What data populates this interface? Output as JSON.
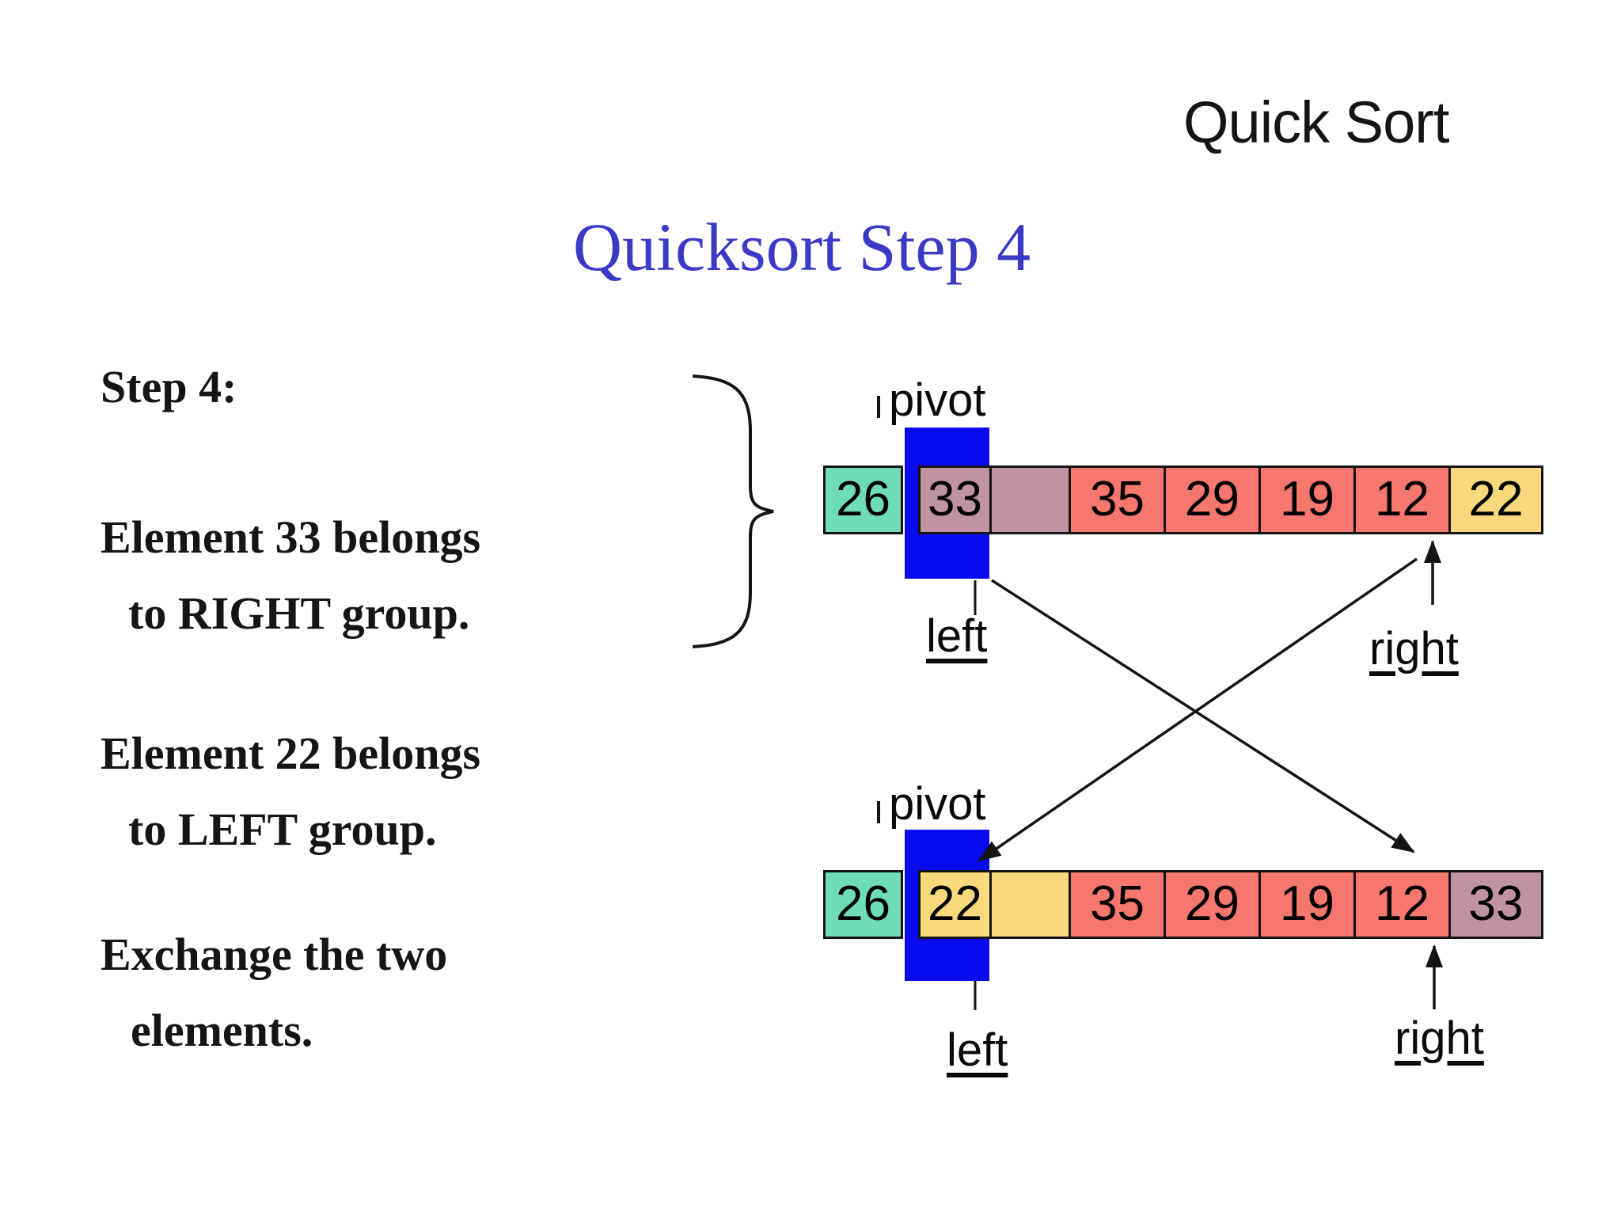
{
  "slide": {
    "title": "Quick Sort",
    "subtitle": "Quicksort Step 4"
  },
  "notes": {
    "step_label": "Step 4:",
    "para1_line1": "Element 33 belongs",
    "para1_line2": "to RIGHT group.",
    "para2_line1": "Element 22 belongs",
    "para2_line2": "to LEFT group.",
    "para3_line1": "Exchange the two",
    "para3_line2": "elements."
  },
  "diagram": {
    "labels": {
      "pivot": "pivot",
      "left": "left",
      "right": "right"
    },
    "array_top": {
      "cells": [
        {
          "value": "26",
          "color": "#6edcb6"
        },
        {
          "value": "33",
          "color": "#bf93a4"
        },
        {
          "value": "",
          "color": "#bf93a4"
        },
        {
          "value": "35",
          "color": "#f5776e"
        },
        {
          "value": "29",
          "color": "#f5776e"
        },
        {
          "value": "19",
          "color": "#f5776e"
        },
        {
          "value": "12",
          "color": "#f5776e"
        },
        {
          "value": "22",
          "color": "#f8da7c"
        }
      ]
    },
    "array_bottom": {
      "cells": [
        {
          "value": "26",
          "color": "#6edcb6"
        },
        {
          "value": "22",
          "color": "#f8da7c"
        },
        {
          "value": "",
          "color": "#f8da7c"
        },
        {
          "value": "35",
          "color": "#f5776e"
        },
        {
          "value": "29",
          "color": "#f5776e"
        },
        {
          "value": "19",
          "color": "#f5776e"
        },
        {
          "value": "12",
          "color": "#f5776e"
        },
        {
          "value": "33",
          "color": "#bf93a4"
        }
      ]
    },
    "colors": {
      "pivot_highlight": "#0a0aee",
      "subtitle_blue": "#3a3ac6",
      "ink": "#141414"
    }
  }
}
